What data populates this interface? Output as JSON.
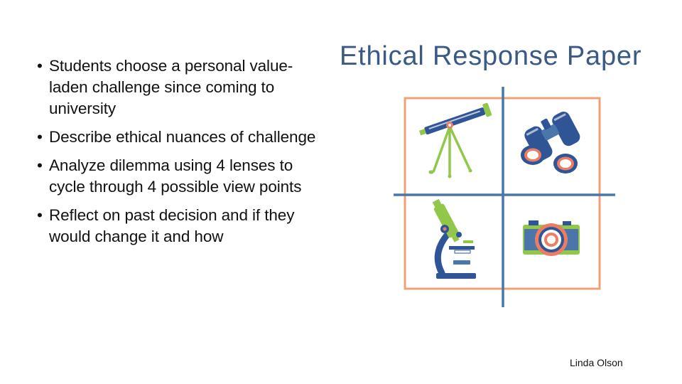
{
  "slide": {
    "title": "Ethical Response Paper",
    "bullets": [
      "Students choose a personal value-laden challenge since coming to university",
      "Describe ethical nuances of challenge",
      "Analyze dilemma using 4 lenses to cycle through 4 possible view points",
      "Reflect on past decision and if they would change it and how"
    ],
    "author": "Linda Olson"
  },
  "artwork": {
    "icons": [
      "telescope-icon",
      "binoculars-icon",
      "microscope-icon",
      "camera-icon"
    ],
    "colors": {
      "frame_orange": "#f0a078",
      "cross_blue": "#4a76aa",
      "navy": "#2f5597",
      "green": "#92c84a",
      "coral": "#ec7d63"
    }
  }
}
